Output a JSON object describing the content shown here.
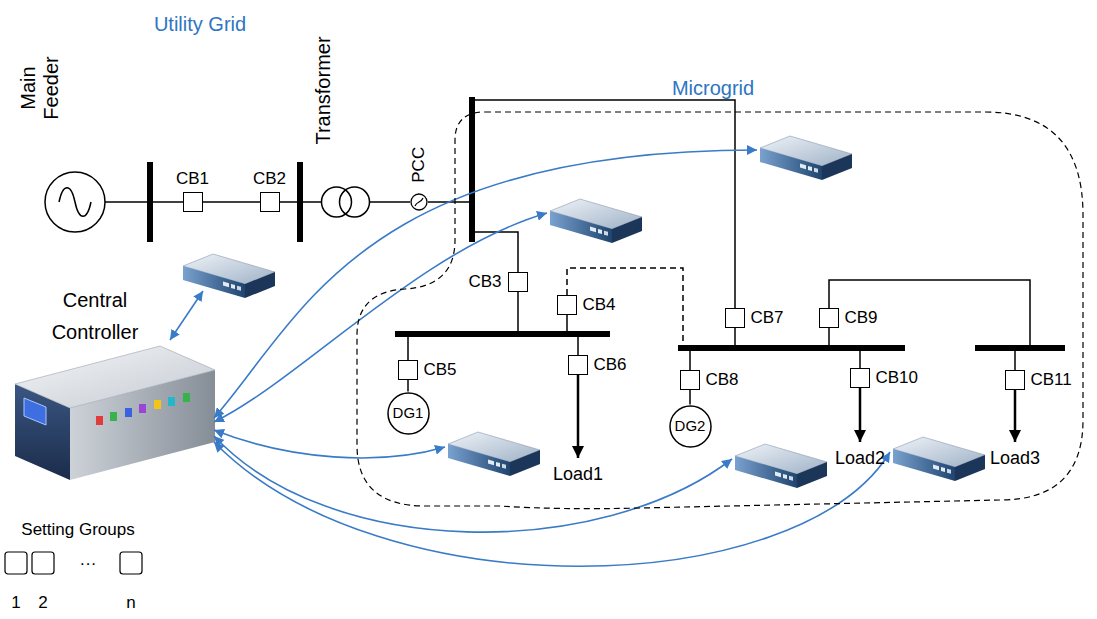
{
  "diagram": {
    "nodes": [
      {
        "text": [
          "Main Feeder"
        ]
      },
      {
        "text": [
          "CB1"
        ]
      },
      {
        "text": [
          "CB2"
        ]
      },
      {
        "text": [
          "Transformer"
        ]
      },
      {
        "text": [
          "PCC"
        ]
      },
      {
        "text": [
          "Microgrid"
        ]
      },
      {
        "text": [
          "CB3"
        ],
        "in": 5
      },
      {
        "text": [
          "CB4"
        ],
        "in": 5
      },
      {
        "text": [
          "CB7"
        ],
        "in": 5
      },
      {
        "text": [
          "CB9"
        ],
        "in": 5
      },
      {
        "text": [
          "CB5"
        ],
        "in": 5
      },
      {
        "text": [
          "CB6"
        ],
        "in": 5
      },
      {
        "text": [
          "CB8"
        ],
        "in": 5
      },
      {
        "text": [
          "CB10"
        ],
        "in": 5
      },
      {
        "text": [
          "CB11"
        ],
        "in": 5
      },
      {
        "text": [
          "DG1"
        ],
        "in": 5
      },
      {
        "text": [
          "DG2"
        ],
        "in": 5
      },
      {
        "text": [
          "Central Controller"
        ]
      }
    ],
    "edges": [
      {
        "from": 1,
        "to": 2,
        "arrow": "none"
      },
      {
        "from": 3,
        "to": 4,
        "arrow": "none"
      },
      {
        "from": 10,
        "to": 15,
        "arrow": "none"
      },
      {
        "from": 12,
        "to": 16,
        "arrow": "none"
      }
    ],
    "labels": [
      "Utility Grid",
      "Load1",
      "Load2",
      "Load3",
      "Setting Groups",
      "1",
      "2",
      "···",
      "n"
    ]
  }
}
